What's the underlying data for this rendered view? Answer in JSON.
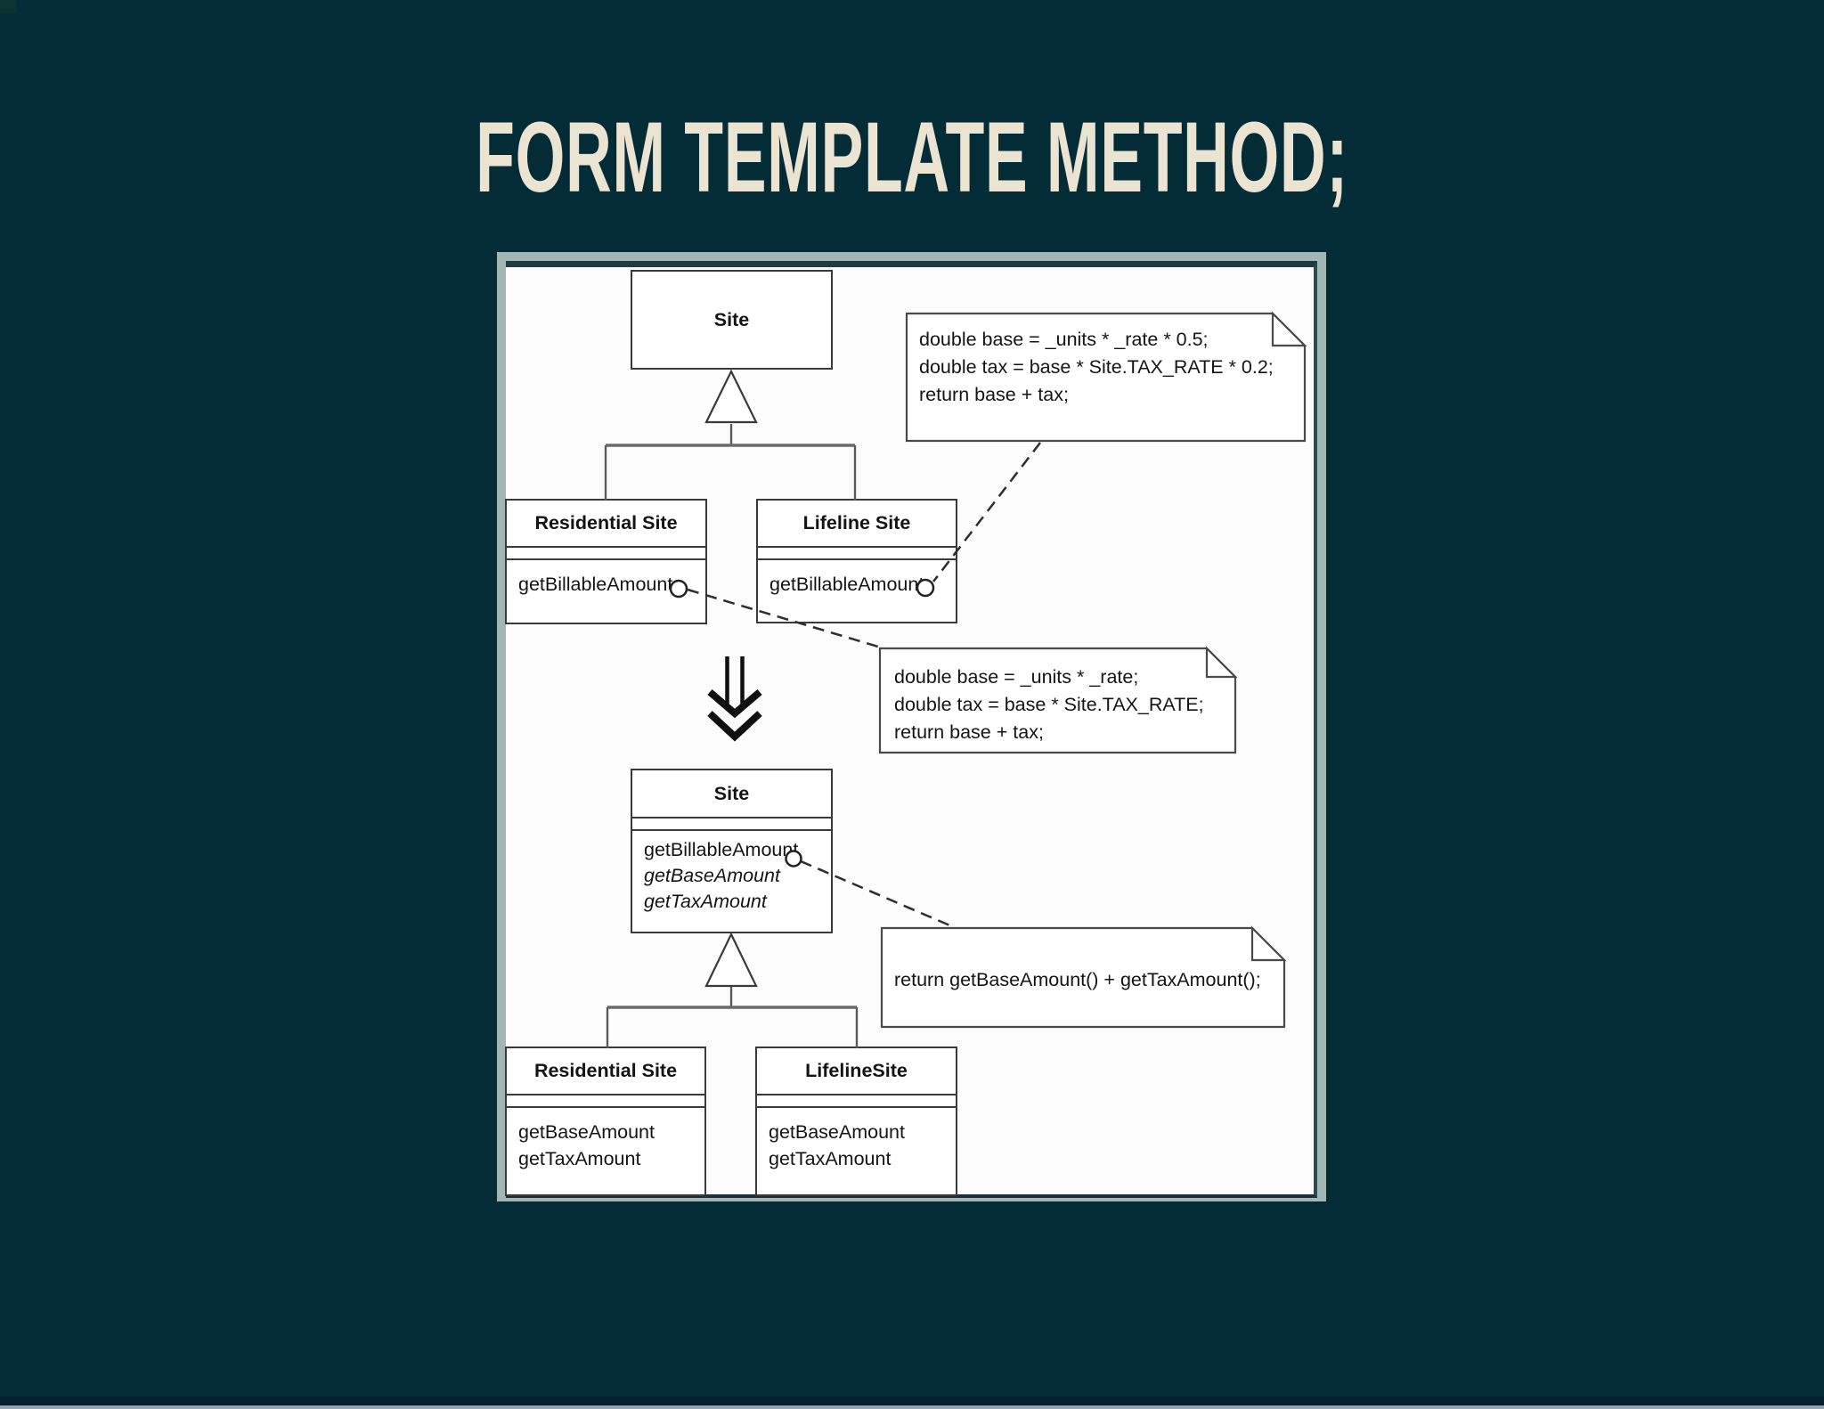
{
  "title": "FORM TEMPLATE METHOD;",
  "colors": {
    "background": "#032c37",
    "title_text": "#ece4d2",
    "panel_frame": "#a4b5b5",
    "panel_white": "#fcfcfc",
    "uml_line": "#3a3a3a",
    "bottom_strip": "#041f30",
    "bottom_line": "#95a4aa"
  },
  "diagram_before": {
    "superclass": {
      "title": "Site"
    },
    "subclasses": [
      {
        "title": "Residential Site",
        "methods": [
          "getBillableAmount"
        ]
      },
      {
        "title": "Lifeline Site",
        "methods": [
          "getBillableAmount"
        ]
      }
    ],
    "note_residential": {
      "lines": [
        "double base = _units * _rate * 0.5;",
        "double tax = base * Site.TAX_RATE * 0.2;",
        "return base + tax;"
      ]
    },
    "note_lifeline": {
      "lines": [
        "double base = _units * _rate;",
        "double tax = base * Site.TAX_RATE;",
        "return base + tax;"
      ]
    }
  },
  "diagram_after": {
    "superclass": {
      "title": "Site",
      "methods": [
        {
          "name": "getBillableAmount",
          "abstract": false
        },
        {
          "name": "getBaseAmount",
          "abstract": true
        },
        {
          "name": "getTaxAmount",
          "abstract": true
        }
      ]
    },
    "subclasses": [
      {
        "title": "Residential Site",
        "methods": [
          "getBaseAmount",
          "getTaxAmount"
        ]
      },
      {
        "title": "LifelineSite",
        "methods": [
          "getBaseAmount",
          "getTaxAmount"
        ]
      }
    ],
    "note_template": {
      "lines": [
        "return getBaseAmount() + getTaxAmount();"
      ]
    }
  }
}
